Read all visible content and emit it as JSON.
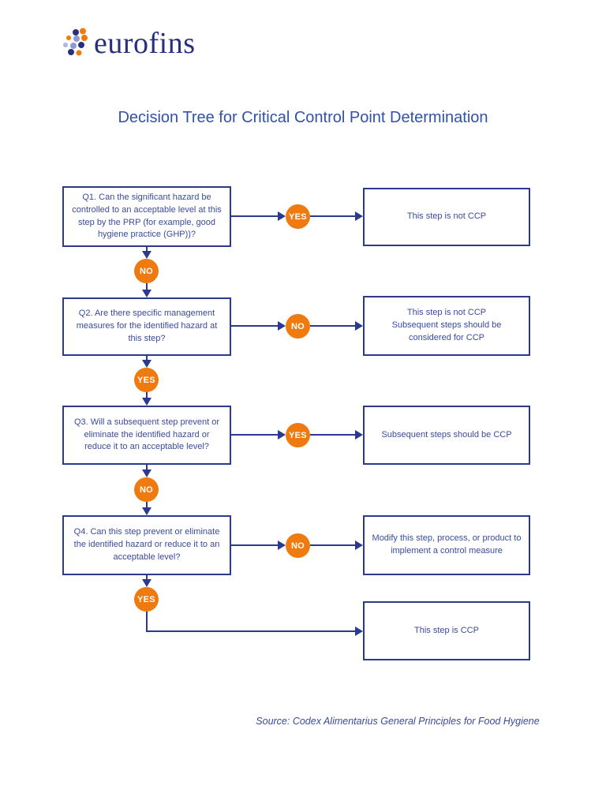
{
  "colors": {
    "navy": "#2b3a8d",
    "box_text_blue": "#3a4a9e",
    "title_blue": "#3351a8",
    "badge_orange": "#ee7a10",
    "logo_navy": "#28307e",
    "logo_periwinkle": "#8f9ad2"
  },
  "logo": {
    "wordmark": "eurofins"
  },
  "title": "Decision Tree for Critical Control Point Determination",
  "flow": {
    "rows": [
      {
        "question": "Q1. Can the significant hazard be controlled to an acceptable level at this step by the PRP (for example, good hygiene practice (GHP))?",
        "branch_answer": "YES",
        "result": "This step is not CCP",
        "next_answer": "NO"
      },
      {
        "question": "Q2. Are there specific management measures for the identified hazard at this step?",
        "branch_answer": "NO",
        "result": "This step is not CCP\nSubsequent steps should be considered for CCP",
        "next_answer": "YES"
      },
      {
        "question": "Q3. Will a subsequent step prevent or eliminate the identified hazard or reduce it to an acceptable level?",
        "branch_answer": "YES",
        "result": "Subsequent steps should be CCP",
        "next_answer": "NO"
      },
      {
        "question": "Q4. Can this step prevent or eliminate the identified hazard or reduce it to an acceptable level?",
        "branch_answer": "NO",
        "result": "Modify this step, process, or product to implement a control measure",
        "next_answer": "YES"
      }
    ],
    "final_result": "This step is CCP"
  },
  "source": "Source: Codex Alimentarius General Principles for Food Hygiene"
}
